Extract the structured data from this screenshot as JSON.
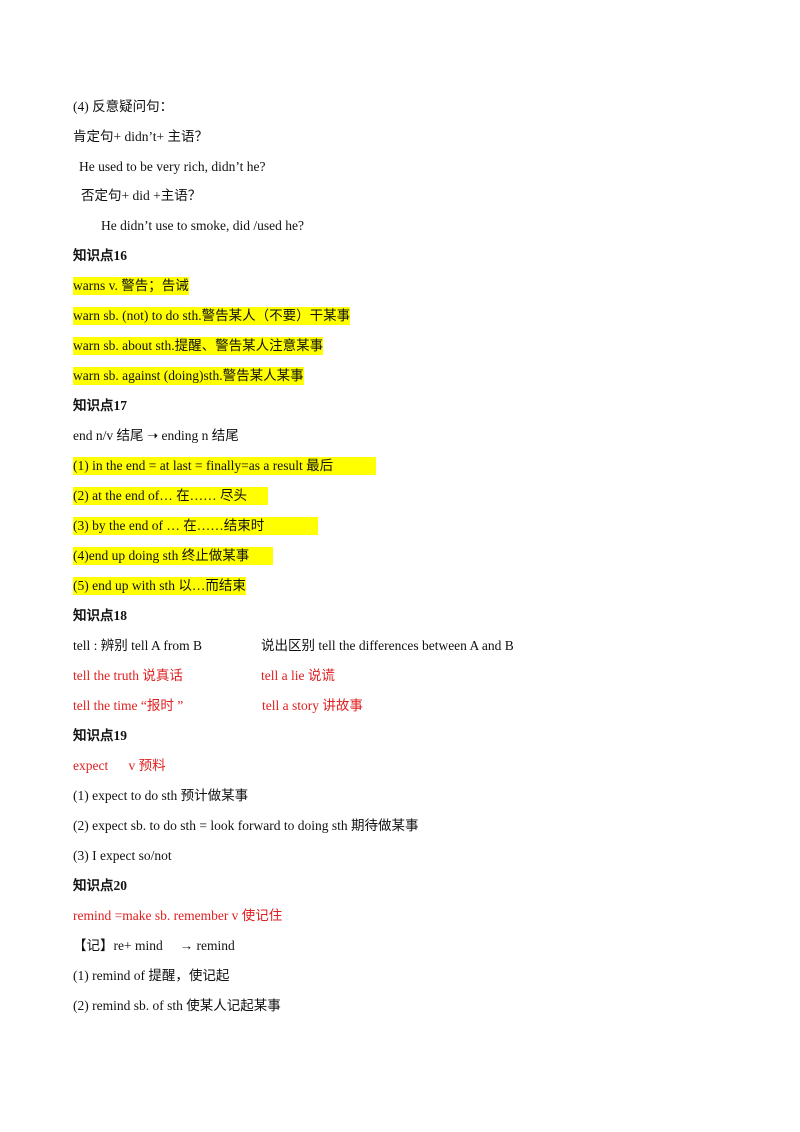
{
  "lines": {
    "l01": "(4)  反意疑问句：",
    "l02": "肯定句+ didn’t+  主语？",
    "l03": "He used to be very rich, didn’t he?",
    "l04": "否定句+ did +主语？",
    "l05": "He didn’t use to smoke, did /used he?",
    "h16": "知识点16",
    "l06": "warns v.  警告；告诫",
    "l07": "warn sb. (not) to do sth.警告某人（不要）干某事",
    "l08": "warn sb. about sth.提醒、警告某人注意某事",
    "l09": "warn sb. against (doing)sth.警告某人某事",
    "h17": "知识点17",
    "l10": "end n/v  结尾  ➝  ending n  结尾",
    "l11": "(1) in the end = at last = finally=as a result  最后",
    "l12": "(2) at the end of…   在……  尽头",
    "l13": "(3) by the end of …  在……结束时",
    "l14": "(4)end up doing sth  终止做某事",
    "l15": "(5) end up with sth  以…而结束",
    "h18": "知识点18",
    "l16a": "tell :  辨别 tell A from B",
    "l16b": "说出区别 tell the differences between A and B",
    "l17a": "tell the truth  说真话",
    "l17b": "tell a lie 说谎",
    "l18a": "tell the time “报时 ”",
    "l18b": "tell a story 讲故事",
    "h19": "知识点19",
    "l19": "expect      v 预料",
    "l20": "(1) expect to do sth  预计做某事",
    "l21": "(2) expect sb. to do sth = look forward to doing sth  期待做某事",
    "l22": "(3) I expect so/not",
    "h20": "知识点20",
    "l23": "remind =make sb. remember v  使记住",
    "l24": "【记】re+ mind     → remind",
    "l25": "(1) remind of  提醒，使记起",
    "l26": "(2) remind sb. of sth  使某人记起某事"
  }
}
